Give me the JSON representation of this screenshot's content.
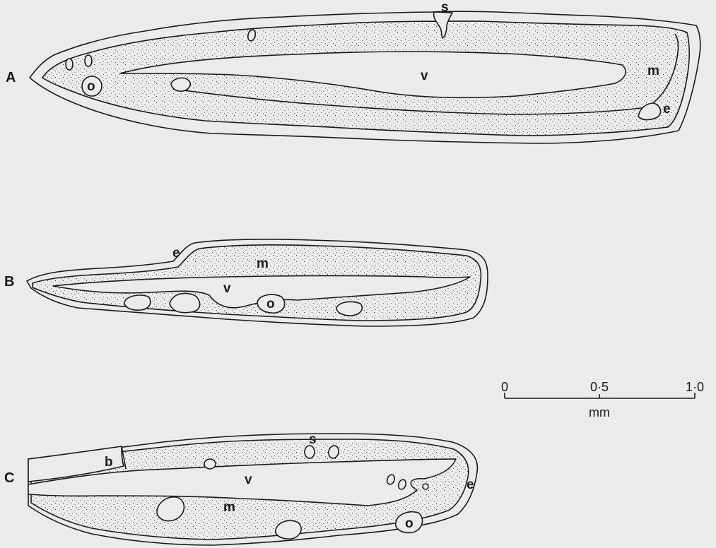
{
  "panels": [
    {
      "label": "A",
      "parts": {
        "s": "s",
        "v": "v",
        "m": "m",
        "o": "o",
        "e": "e"
      }
    },
    {
      "label": "B",
      "parts": {
        "e": "e",
        "m": "m",
        "v": "v",
        "o": "o"
      }
    },
    {
      "label": "C",
      "parts": {
        "b": "b",
        "s": "s",
        "v": "v",
        "m": "m",
        "o": "o",
        "e": "e"
      }
    }
  ],
  "scale_bar": {
    "ticks": [
      "0",
      "0·5",
      "1·0"
    ],
    "unit": "mm"
  }
}
